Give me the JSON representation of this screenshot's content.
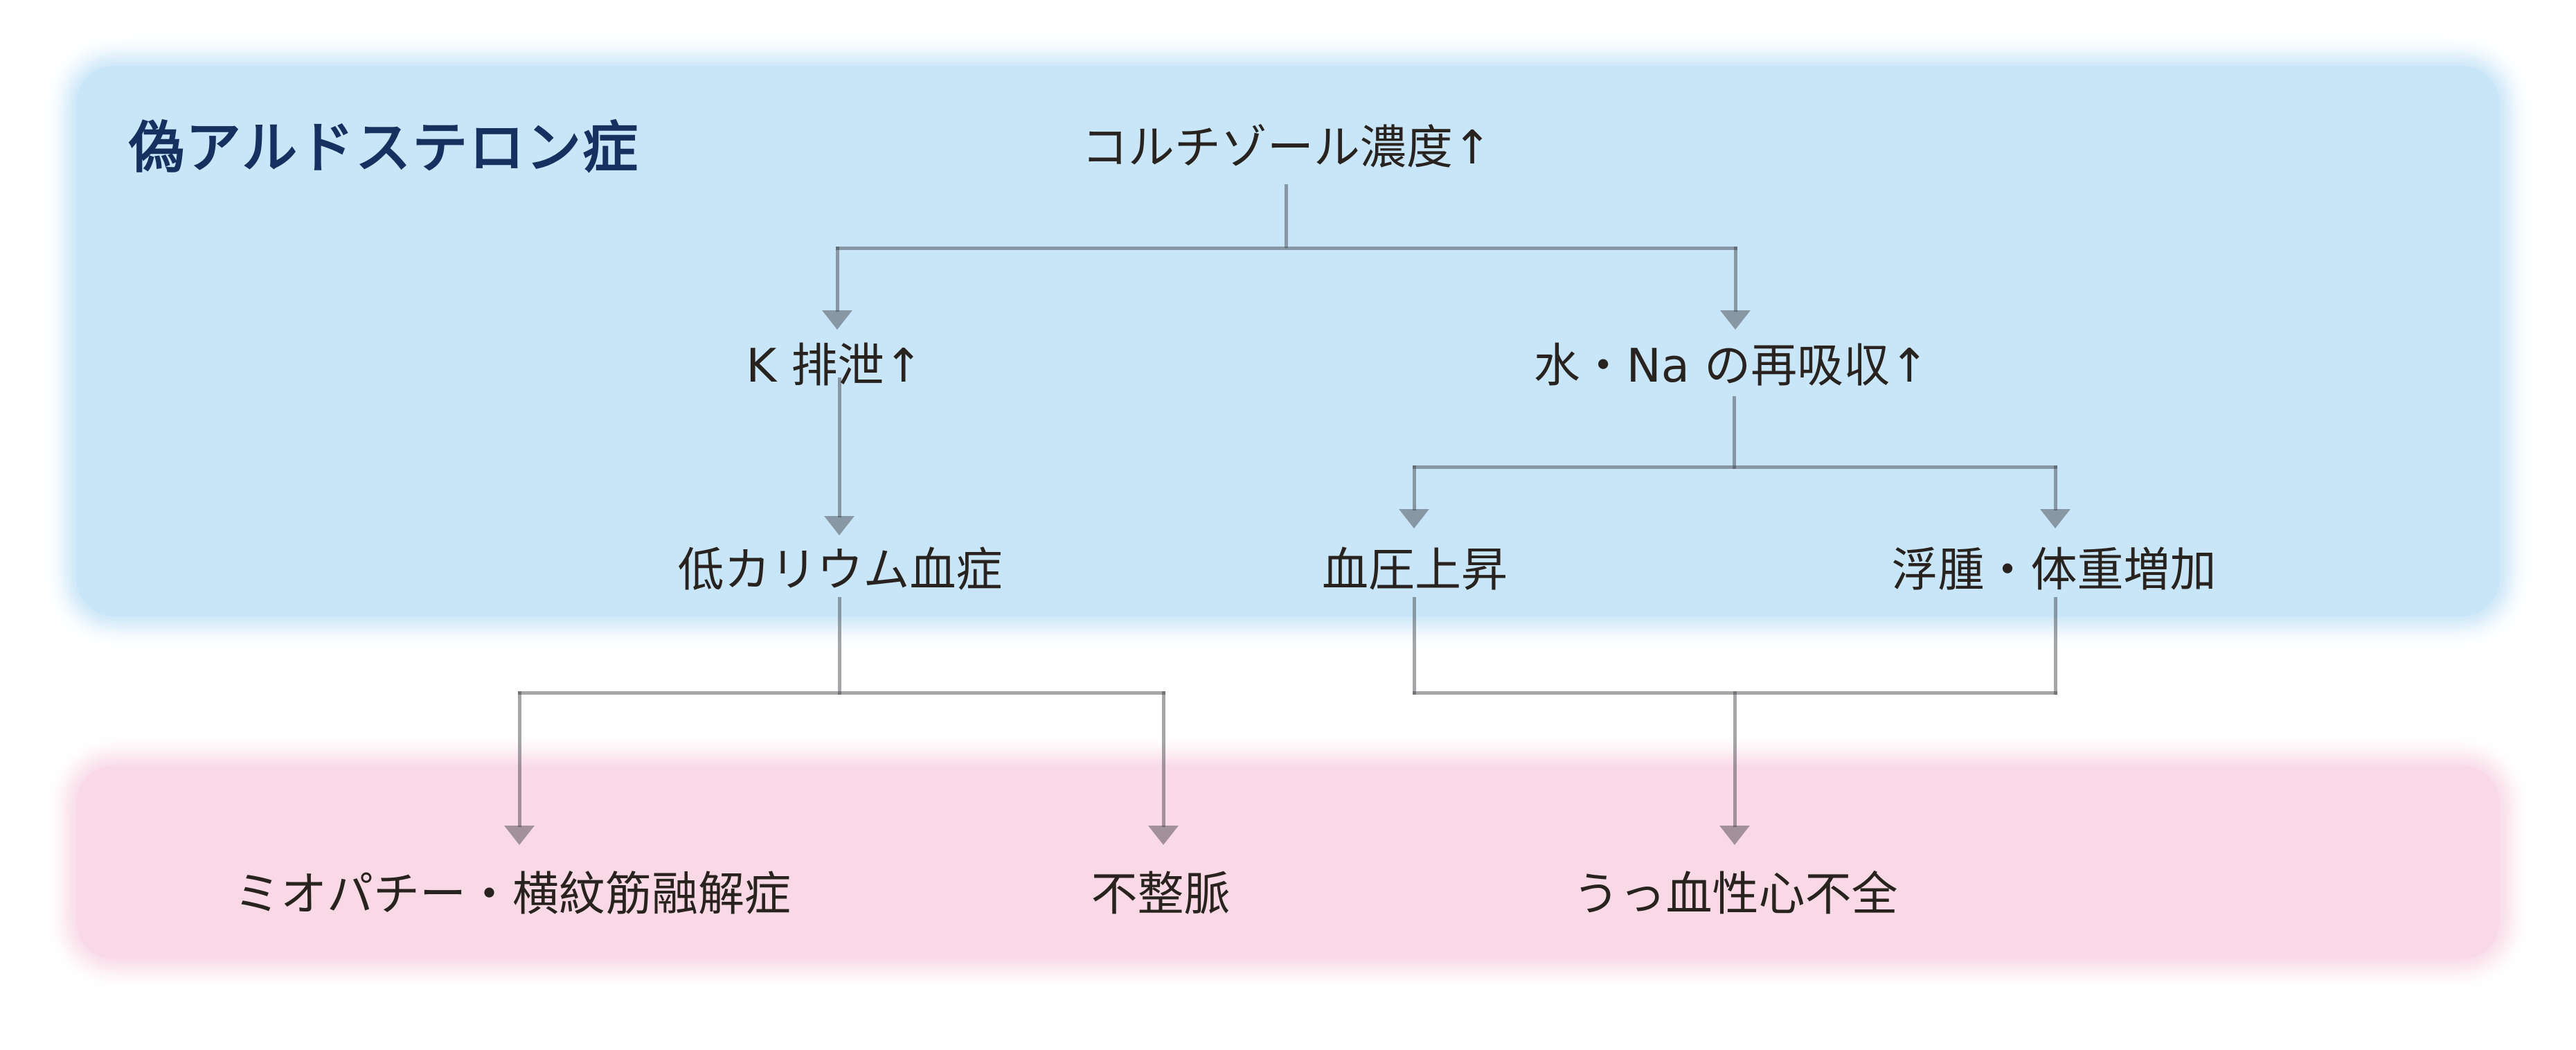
{
  "title": "偽アルドステロン症",
  "colors": {
    "blue_box": "#c9e5f8",
    "pink_box": "#f9d9e6",
    "title_text": "#163060",
    "node_text": "#292320",
    "line_gray": "#9a9a9a"
  },
  "nodes": {
    "root": "コルチゾール濃度↑",
    "k_excretion": "K 排泄↑",
    "water_na_reabsorption": "水・Na の再吸収↑",
    "hypokalemia": "低カリウム血症",
    "blood_pressure_rise": "血圧上昇",
    "edema_weight_gain": "浮腫・体重増加",
    "myopathy_rhabdomyolysis": "ミオパチー・横紋筋融解症",
    "arrhythmia": "不整脈",
    "congestive_heart_failure": "うっ血性心不全"
  }
}
